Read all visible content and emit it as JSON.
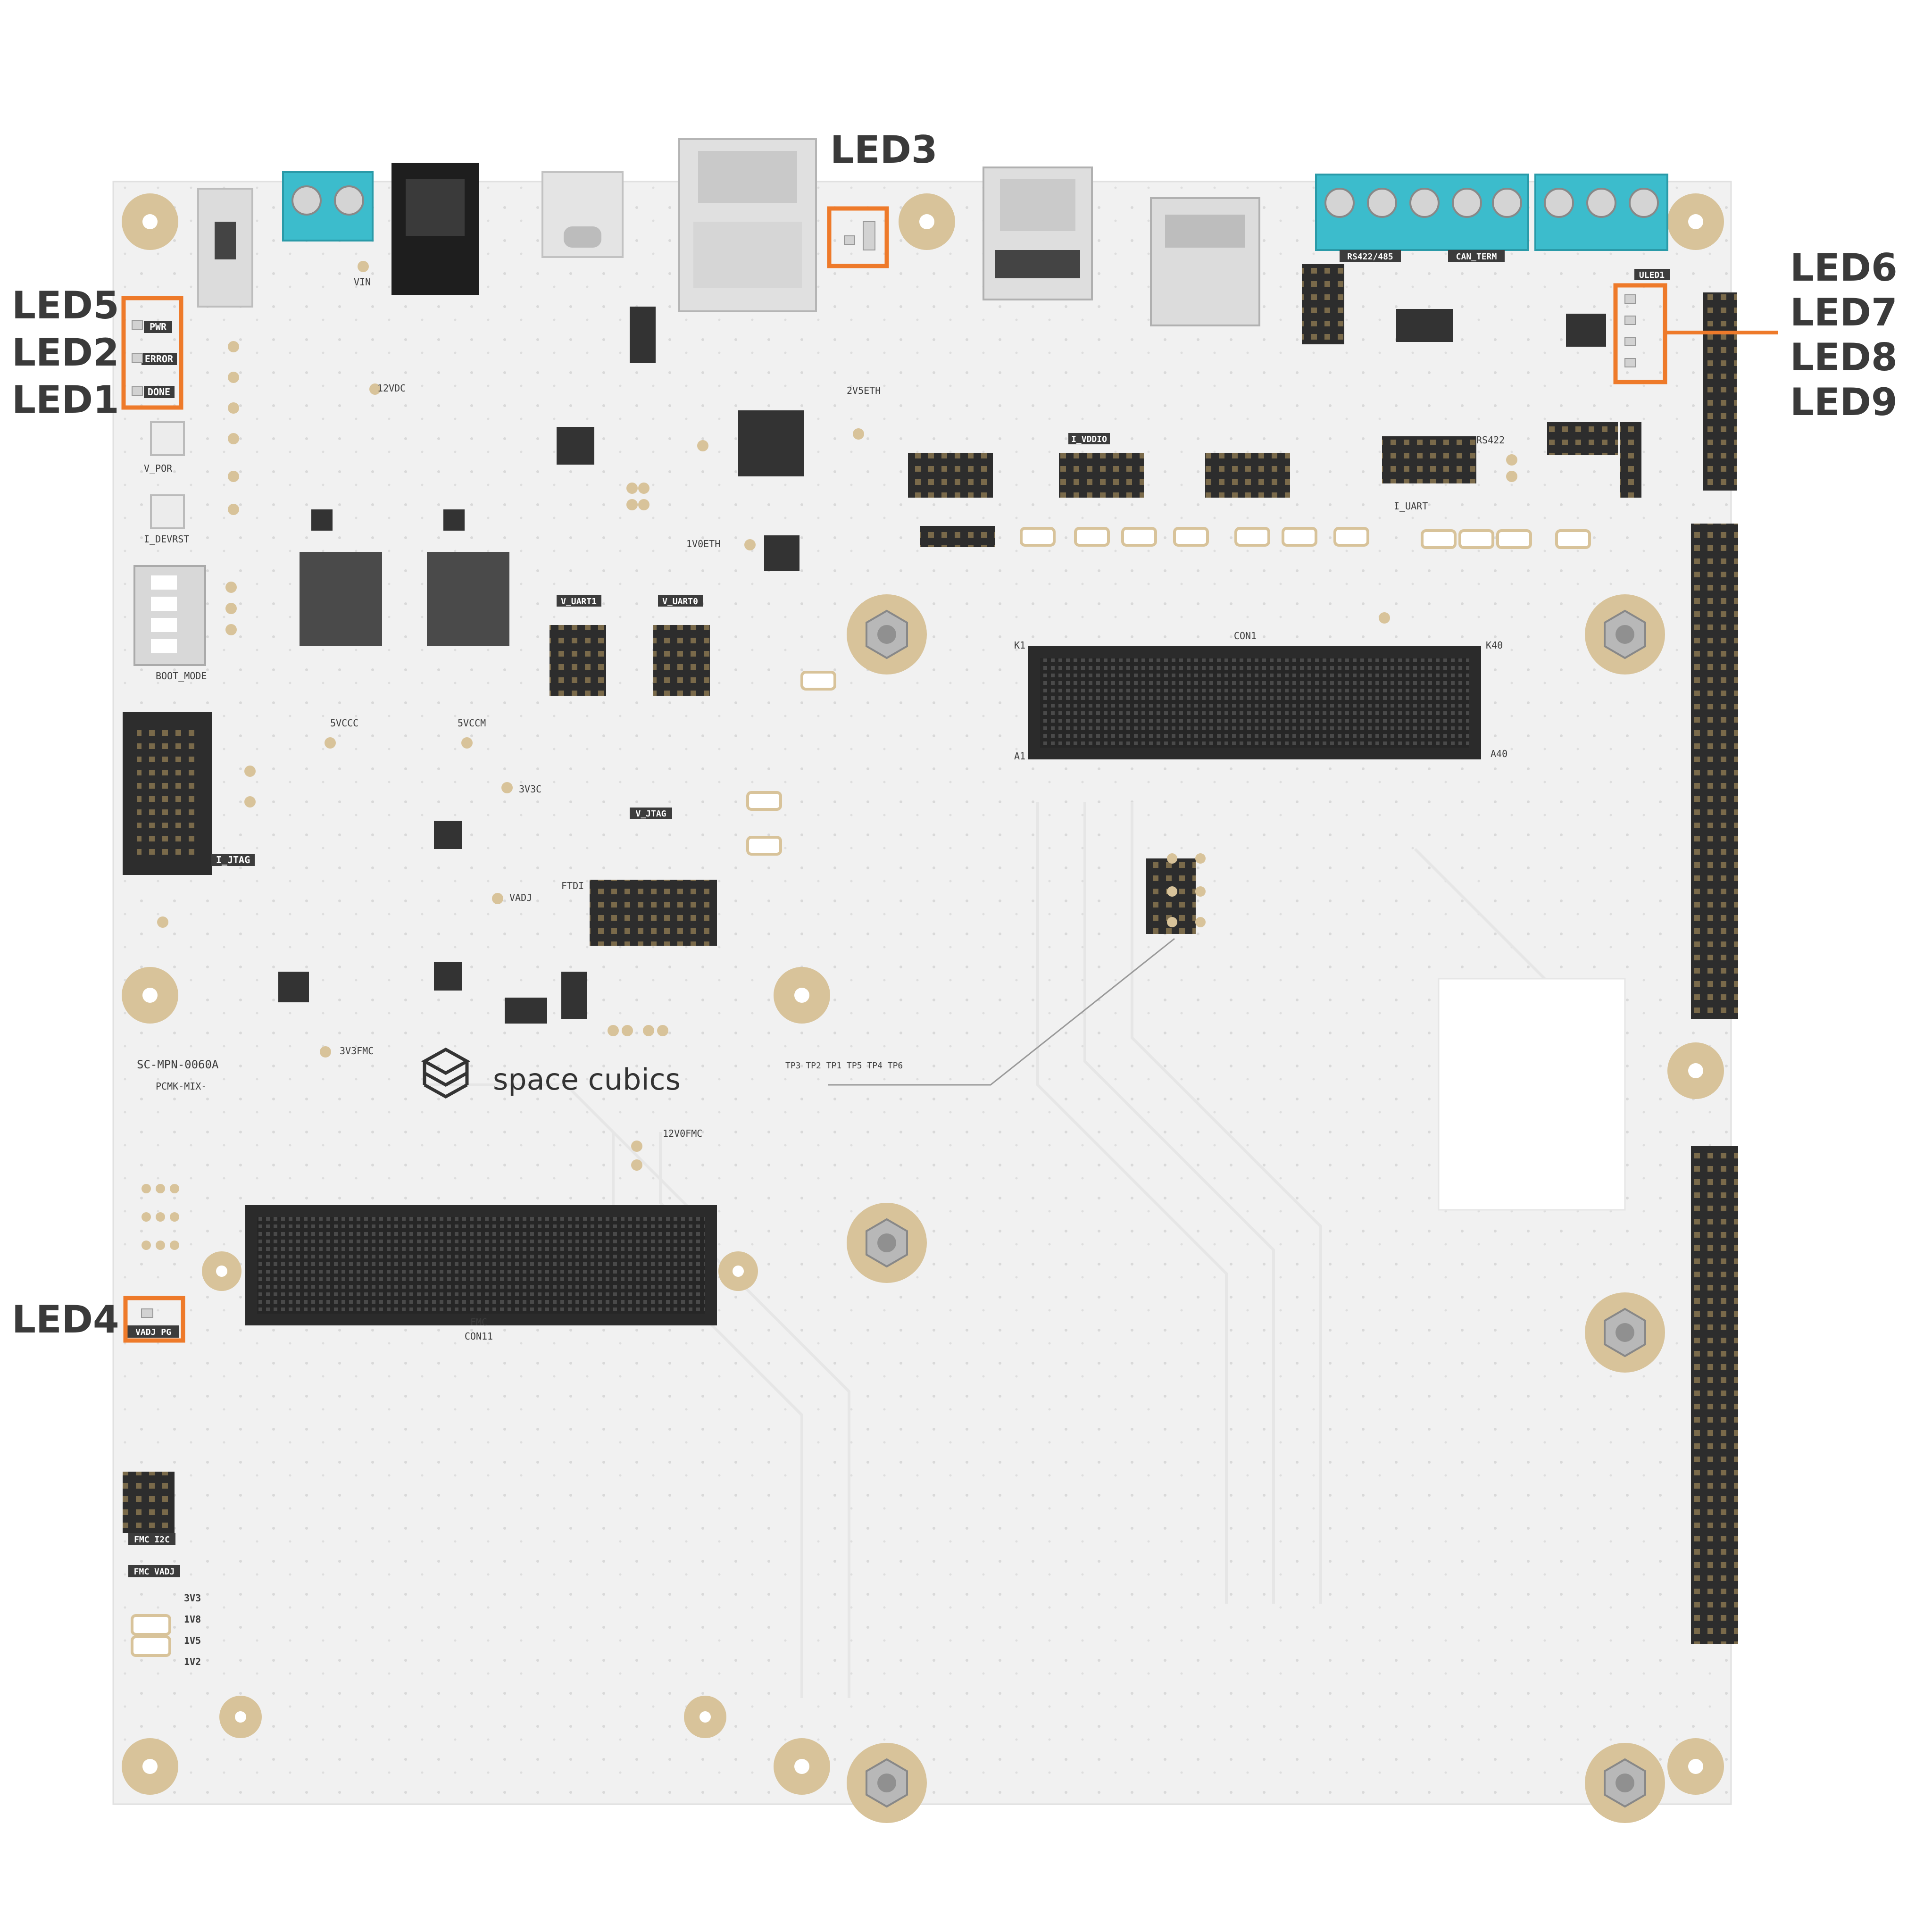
{
  "colors": {
    "board": "#f1f1f1",
    "pad_gold": "#d8c39a",
    "connector_dark": "#2d2d2d",
    "terminal_teal": "#3cbccc",
    "highlight_orange": "#ee7a2a",
    "label_text": "#3a3a3a"
  },
  "callouts": {
    "led5": "LED5",
    "led2": "LED2",
    "led1": "LED1",
    "led3": "LED3",
    "led6": "LED6",
    "led7": "LED7",
    "led8": "LED8",
    "led9": "LED9",
    "led4": "LED4"
  },
  "board": {
    "brand_name": "space cubics",
    "brand_logo_icon": "stacked-cubes-icon",
    "part_number": "SC-MPN-0060A",
    "sub_marking": "PCMK-MIX-",
    "silkscreen": {
      "pwr": "PWR",
      "error": "ERROR",
      "done": "DONE",
      "v_por": "V_POR",
      "i_devrst": "I_DEVRST",
      "boot_mode": "BOOT_MODE",
      "i_jtag": "I_JTAG",
      "vin": "VIN",
      "v12": "12VDC",
      "v5_vccc": "5VCCC",
      "v5_vccm": "5VCCM",
      "v3v3c": "3V3C",
      "vadj": "VADJ",
      "v3v3fmc": "3V3FMC",
      "v12fmc": "12V0FMC",
      "v2v5eth": "2V5ETH",
      "v1v0eth": "1V0ETH",
      "v_uart1": "V_UART1",
      "v_uart0": "V_UART0",
      "v_jtag": "V_JTAG",
      "ftdi": "FTDI",
      "i_vddio": "I_VDDIO",
      "i_uart": "I_UART",
      "rs422": "RS422",
      "rs422_485": "RS422/485",
      "can_term": "CAN_TERM",
      "uled1": "ULED1",
      "con1": "CON1",
      "con11": "CON11",
      "fmc": "FMC",
      "fmc_i2c": "FMC I2C",
      "fmc_vadj": "FMC VADJ",
      "vadj_pg": "VADJ PG",
      "v3v3": "3V3",
      "v1v8": "1V8",
      "v1v5": "1V5",
      "v1v2": "1V2",
      "k40": "K40",
      "a40": "A40",
      "k1": "K1",
      "a1": "A1",
      "tp_block": "TP3 TP2 TP1 TP5 TP4 TP6"
    }
  }
}
